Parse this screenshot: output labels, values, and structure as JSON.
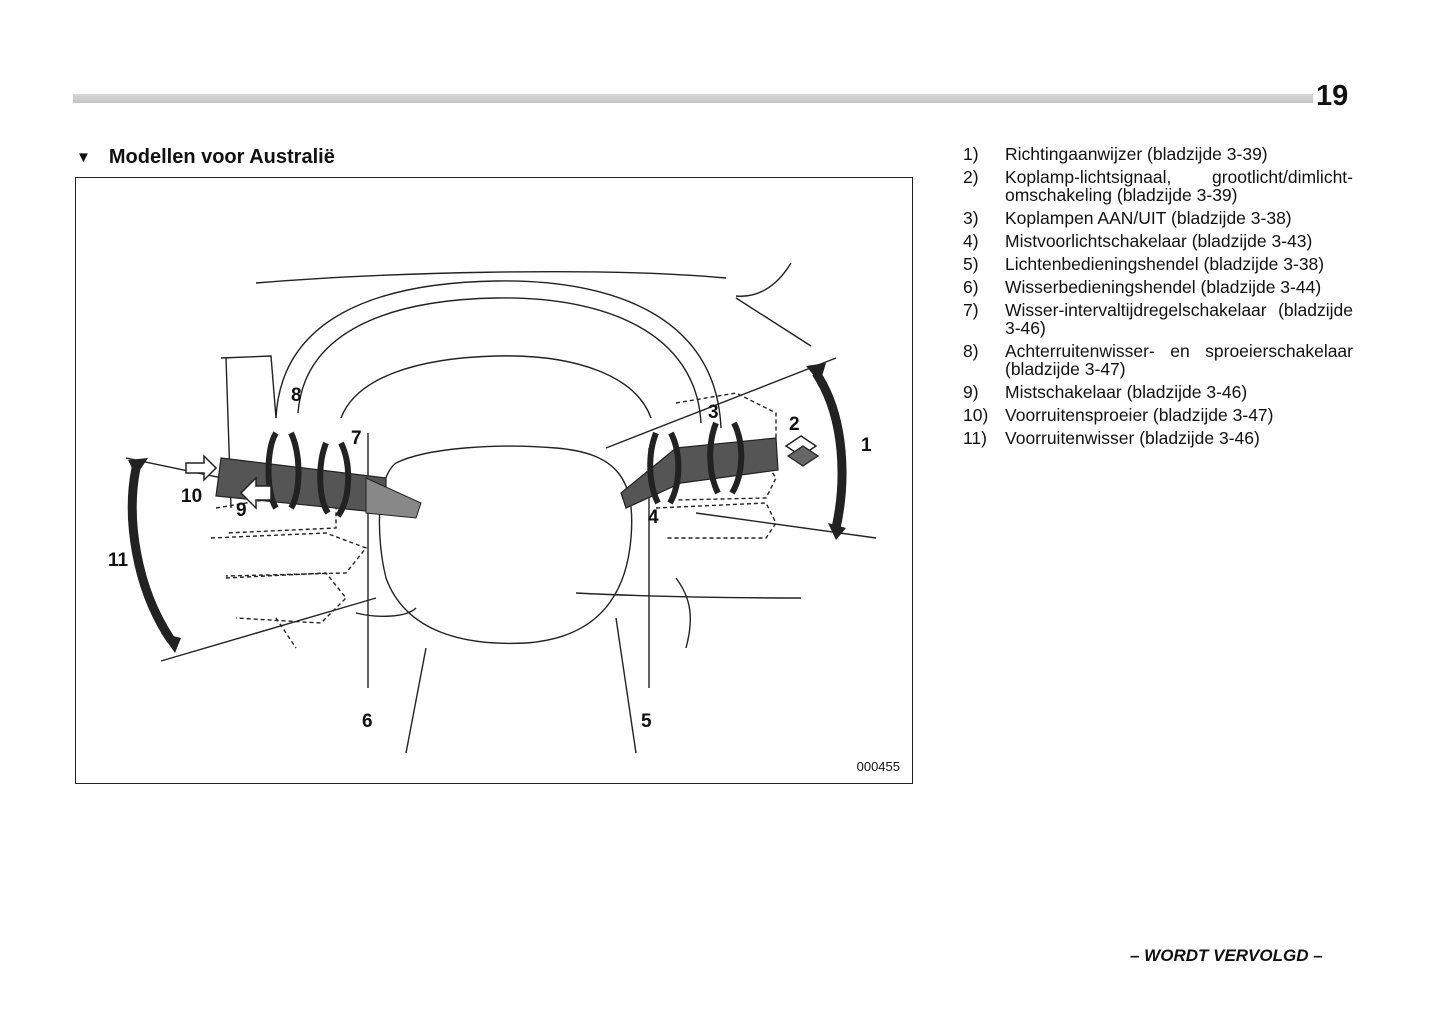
{
  "page": {
    "number": "19",
    "footer": "– WORDT VERVOLGD –"
  },
  "section": {
    "marker": "▼",
    "title": "Modellen voor Australië"
  },
  "figure": {
    "code": "000455",
    "labels": [
      "1",
      "2",
      "3",
      "4",
      "5",
      "6",
      "7",
      "8",
      "9",
      "10",
      "11"
    ]
  },
  "legend": [
    {
      "num": "1)",
      "text": "Richtingaanwijzer (bladzijde 3-39)"
    },
    {
      "num": "2)",
      "text": "Koplamp-lichtsignaal, grootlicht/dimlicht-omschakeling (bladzijde 3-39)"
    },
    {
      "num": "3)",
      "text": "Koplampen AAN/UIT (bladzijde 3-38)"
    },
    {
      "num": "4)",
      "text": "Mistvoorlichtschakelaar (bladzijde 3-43)"
    },
    {
      "num": "5)",
      "text": "Lichtenbedieningshendel (bladzijde 3-38)"
    },
    {
      "num": "6)",
      "text": "Wisserbedieningshendel (bladzijde 3-44)"
    },
    {
      "num": "7)",
      "text": "Wisser-intervaltijdregelschakelaar (bladzijde 3-46)"
    },
    {
      "num": "8)",
      "text": "Achterruitenwisser- en sproeierschakelaar (bladzijde 3-47)"
    },
    {
      "num": "9)",
      "text": "Mistschakelaar (bladzijde 3-46)"
    },
    {
      "num": "10)",
      "text": "Voorruitensproeier (bladzijde 3-47)"
    },
    {
      "num": "11)",
      "text": "Voorruitenwisser (bladzijde 3-46)"
    }
  ]
}
